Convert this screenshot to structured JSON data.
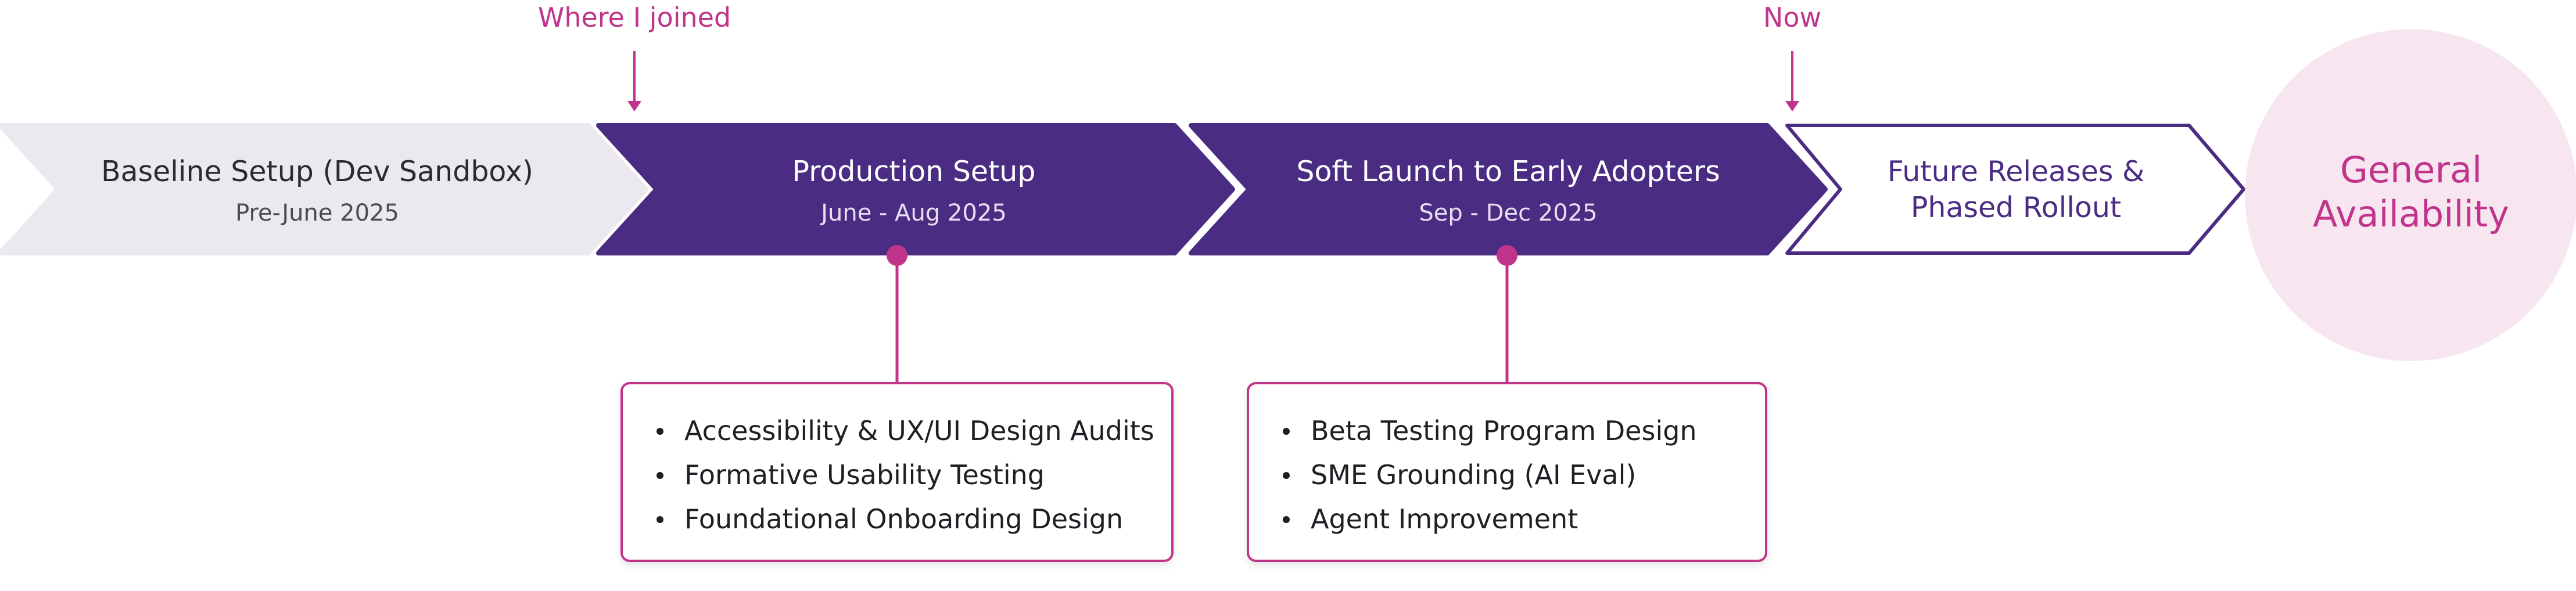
{
  "markers": {
    "joined": "Where I joined",
    "now": "Now"
  },
  "phases": [
    {
      "title": "Baseline Setup (Dev Sandbox)",
      "date": "Pre-June 2025"
    },
    {
      "title": "Production Setup",
      "date": "June - Aug 2025"
    },
    {
      "title": "Soft Launch to Early Adopters",
      "date": "Sep - Dec 2025"
    },
    {
      "title_line1": "Future Releases &",
      "title_line2": "Phased Rollout"
    }
  ],
  "goal": {
    "line1": "General",
    "line2": "Availability"
  },
  "cards": [
    {
      "items": [
        "Accessibility & UX/UI Design Audits",
        "Formative Usability Testing",
        "Foundational Onboarding Design"
      ]
    },
    {
      "items": [
        "Beta Testing Program Design",
        "SME Grounding (AI Eval)",
        "Agent Improvement"
      ]
    }
  ],
  "colors": {
    "primary": "#4b2c83",
    "accent": "#c0358b",
    "baseline_fill": "#ebe8ef",
    "goal_fill": "#f7e6f0",
    "text_dark": "#2a2a30",
    "text_light": "#ffffff"
  }
}
